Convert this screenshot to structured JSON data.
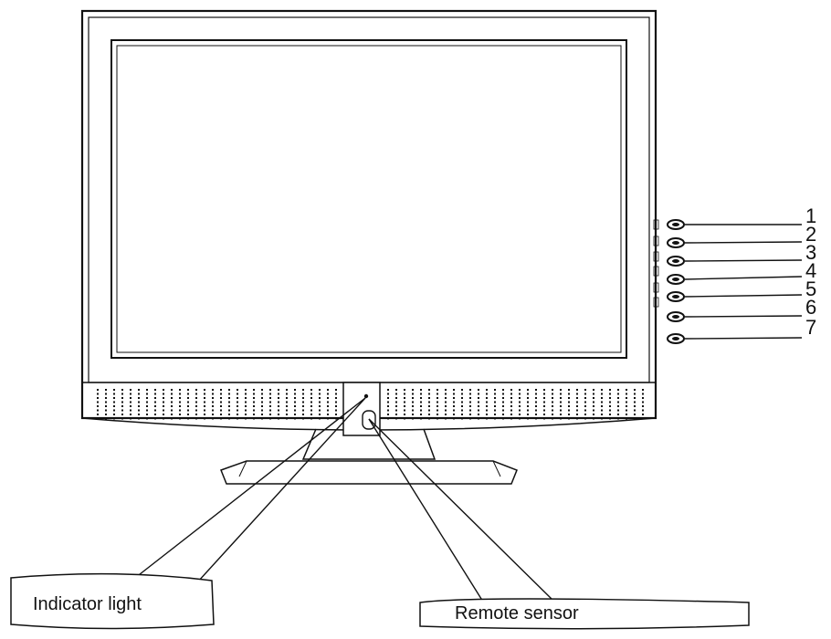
{
  "diagram": {
    "button_numbers": [
      "1",
      "2",
      "3",
      "4",
      "5",
      "6",
      "7"
    ],
    "callouts": {
      "indicator": "Indicator light",
      "remote": "Remote sensor"
    },
    "colors": {
      "line": "#111111",
      "background": "#ffffff",
      "screen": "#ffffff"
    }
  }
}
